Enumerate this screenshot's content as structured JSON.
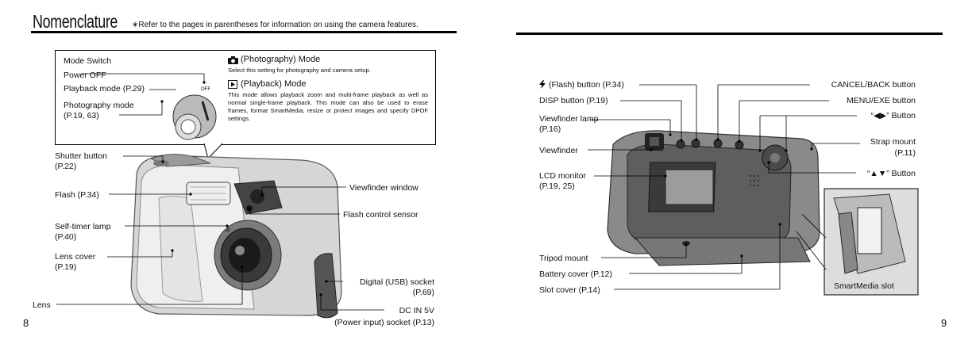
{
  "left_page": {
    "title": "Nomenclature",
    "note": "∗Refer to the pages in parentheses for information on using the camera features.",
    "page_number": "8",
    "callout": {
      "mode_switch": "Mode Switch",
      "power_off": "Power OFF",
      "playback_mode": "Playback mode (P.29)",
      "photography_mode_1": "Photography mode",
      "photography_mode_2": "(P.19, 63)",
      "off_text": "OFF",
      "photo_heading": "(Photography) Mode",
      "photo_desc": "Select this setting for photography and camera setup.",
      "play_heading": "(Playback) Mode",
      "play_desc": "This mode allows playback zoom and multi-frame playback as well as normal single-frame playback. This mode can also be used to erase frames, format SmartMedia, resize or protect images and specify DPOF settings."
    },
    "labels": {
      "shutter_1": "Shutter button",
      "shutter_2": "(P.22)",
      "flash": "Flash (P.34)",
      "selftimer_1": "Self-timer lamp",
      "selftimer_2": "(P.40)",
      "lenscover_1": "Lens cover",
      "lenscover_2": "(P.19)",
      "lens": "Lens",
      "vf_window": "Viewfinder window",
      "flash_sensor": "Flash control sensor",
      "usb_1": "Digital (USB) socket",
      "usb_2": "(P.69)",
      "dc_1": "DC IN 5V",
      "dc_2": "(Power input) socket (P.13)"
    }
  },
  "right_page": {
    "page_number": "9",
    "labels": {
      "flash_btn": "(Flash) button (P.34)",
      "disp_btn": "DISP button (P.19)",
      "vf_lamp_1": "Viewfinder lamp",
      "vf_lamp_2": "(P.16)",
      "viewfinder": "Viewfinder",
      "lcd_1": "LCD monitor",
      "lcd_2": "(P.19, 25)",
      "tripod": "Tripod mount",
      "battery": "Battery cover (P.12)",
      "slot": "Slot cover (P.14)",
      "cancel": "CANCEL/BACK button",
      "menu": "MENU/EXE button",
      "lr_button": "“◀▶” Button",
      "strap_1": "Strap mount",
      "strap_2": "(P.11)",
      "ud_button": "“▲▼” Button",
      "smartmedia": "SmartMedia slot"
    }
  }
}
